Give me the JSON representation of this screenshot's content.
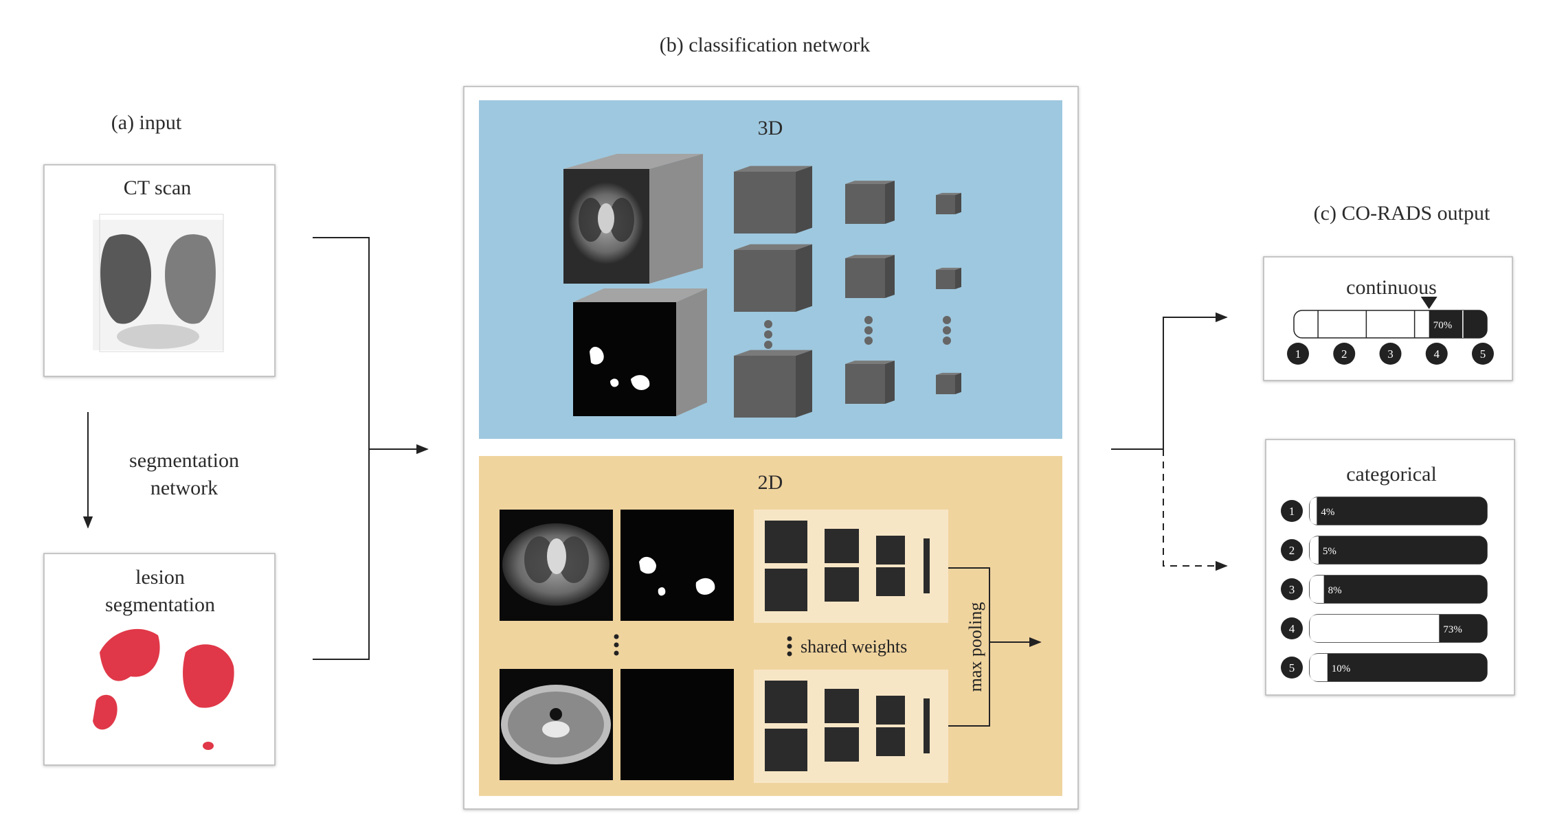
{
  "input": {
    "heading": "(a) input",
    "ct_label": "CT scan",
    "arrow_label_line1": "segmentation",
    "arrow_label_line2": "network",
    "lesion_label_line1": "lesion",
    "lesion_label_line2": "segmentation"
  },
  "network": {
    "heading": "(b) classification network",
    "panel3d_label": "3D",
    "panel2d_label": "2D",
    "shared_weights": "shared weights",
    "max_pooling": "max pooling",
    "colors": {
      "panel3d": "#9ec8df",
      "panel2d": "#f0d49e",
      "cube": "#5f5f5f"
    }
  },
  "output": {
    "heading": "(c) CO-RADS output",
    "continuous": {
      "label": "continuous",
      "value_label": "70%",
      "value_fraction": 0.7,
      "ticks": [
        "1",
        "2",
        "3",
        "4",
        "5"
      ]
    },
    "categorical": {
      "label": "categorical",
      "rows": [
        {
          "cat": "1",
          "pct": "4%",
          "fraction": 0.04
        },
        {
          "cat": "2",
          "pct": "5%",
          "fraction": 0.05
        },
        {
          "cat": "3",
          "pct": "8%",
          "fraction": 0.08
        },
        {
          "cat": "4",
          "pct": "73%",
          "fraction": 0.73
        },
        {
          "cat": "5",
          "pct": "10%",
          "fraction": 0.1
        }
      ]
    }
  }
}
